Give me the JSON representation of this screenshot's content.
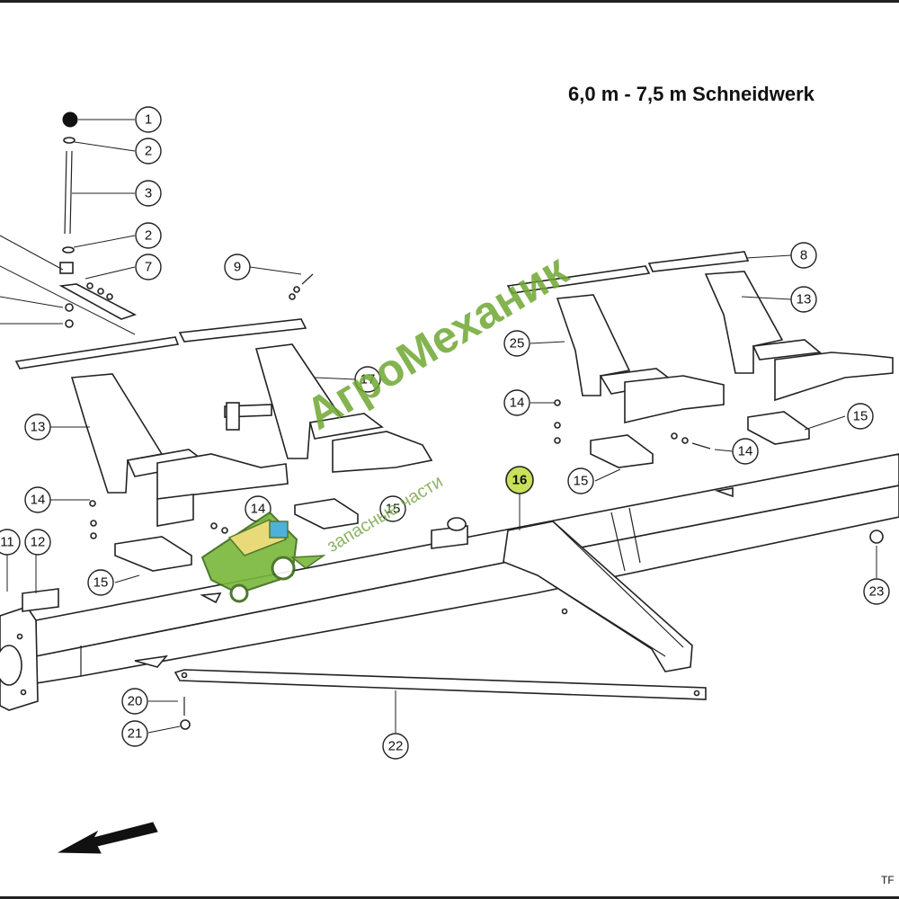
{
  "title": "6,0 m - 7,5 m Schneidwerk",
  "drawing_code": "TF",
  "watermark": {
    "brand": "АгроМеханик",
    "tagline": "запасные части"
  },
  "callouts": [
    {
      "id": "c1",
      "label": "1"
    },
    {
      "id": "c2a",
      "label": "2"
    },
    {
      "id": "c3",
      "label": "3"
    },
    {
      "id": "c2b",
      "label": "2"
    },
    {
      "id": "c7",
      "label": "7"
    },
    {
      "id": "c9",
      "label": "9"
    },
    {
      "id": "c8",
      "label": "8"
    },
    {
      "id": "c13a",
      "label": "13"
    },
    {
      "id": "c25",
      "label": "25"
    },
    {
      "id": "c17",
      "label": "17"
    },
    {
      "id": "c13b",
      "label": "13"
    },
    {
      "id": "c14a",
      "label": "14"
    },
    {
      "id": "c15a",
      "label": "15"
    },
    {
      "id": "c14b",
      "label": "14"
    },
    {
      "id": "c15b",
      "label": "15"
    },
    {
      "id": "c16",
      "label": "16",
      "highlight": true
    },
    {
      "id": "c14c",
      "label": "14"
    },
    {
      "id": "c15c",
      "label": "15"
    },
    {
      "id": "c14d",
      "label": "14"
    },
    {
      "id": "c15d",
      "label": "15"
    },
    {
      "id": "c11",
      "label": "11"
    },
    {
      "id": "c12",
      "label": "12"
    },
    {
      "id": "c23",
      "label": "23"
    },
    {
      "id": "c20",
      "label": "20"
    },
    {
      "id": "c21",
      "label": "21"
    },
    {
      "id": "c22",
      "label": "22"
    }
  ],
  "colors": {
    "highlight": "#c9e05a",
    "watermark": "#6fa832",
    "line": "#222222"
  }
}
